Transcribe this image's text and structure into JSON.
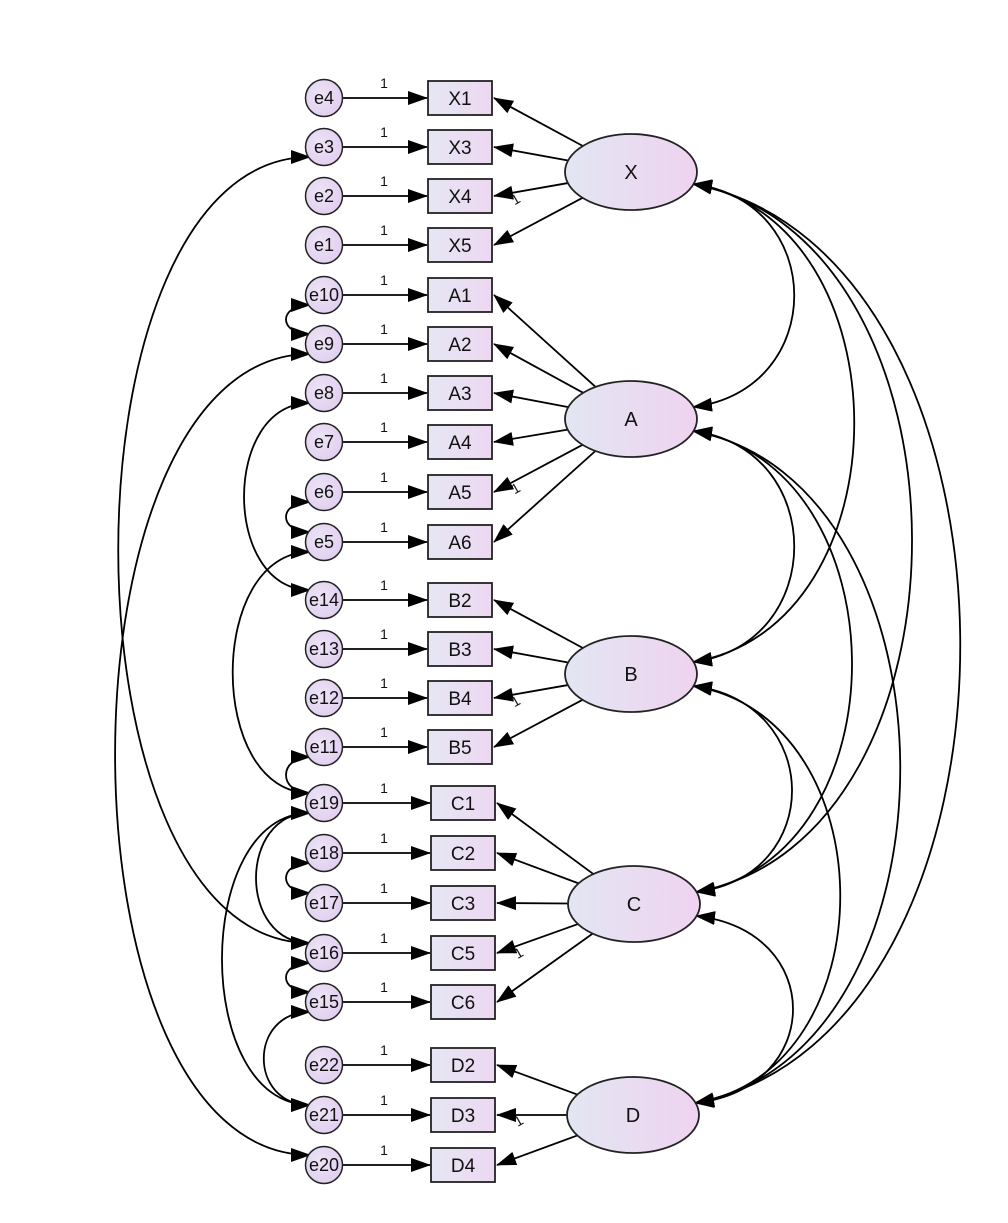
{
  "diagram": {
    "latents": [
      {
        "id": "X",
        "label": "X"
      },
      {
        "id": "A",
        "label": "A"
      },
      {
        "id": "B",
        "label": "B"
      },
      {
        "id": "C",
        "label": "C"
      },
      {
        "id": "D",
        "label": "D"
      }
    ],
    "indicators": [
      {
        "label": "X1",
        "error": "e4",
        "latent": "X"
      },
      {
        "label": "X3",
        "error": "e3",
        "latent": "X"
      },
      {
        "label": "X4",
        "error": "e2",
        "latent": "X",
        "fixed": true
      },
      {
        "label": "X5",
        "error": "e1",
        "latent": "X"
      },
      {
        "label": "A1",
        "error": "e10",
        "latent": "A"
      },
      {
        "label": "A2",
        "error": "e9",
        "latent": "A"
      },
      {
        "label": "A3",
        "error": "e8",
        "latent": "A"
      },
      {
        "label": "A4",
        "error": "e7",
        "latent": "A"
      },
      {
        "label": "A5",
        "error": "e6",
        "latent": "A",
        "fixed": true
      },
      {
        "label": "A6",
        "error": "e5",
        "latent": "A"
      },
      {
        "label": "B2",
        "error": "e14",
        "latent": "B"
      },
      {
        "label": "B3",
        "error": "e13",
        "latent": "B"
      },
      {
        "label": "B4",
        "error": "e12",
        "latent": "B",
        "fixed": true
      },
      {
        "label": "B5",
        "error": "e11",
        "latent": "B"
      },
      {
        "label": "C1",
        "error": "e19",
        "latent": "C"
      },
      {
        "label": "C2",
        "error": "e18",
        "latent": "C"
      },
      {
        "label": "C3",
        "error": "e17",
        "latent": "C"
      },
      {
        "label": "C5",
        "error": "e16",
        "latent": "C",
        "fixed": true
      },
      {
        "label": "C6",
        "error": "e15",
        "latent": "C"
      },
      {
        "label": "D2",
        "error": "e22",
        "latent": "D"
      },
      {
        "label": "D3",
        "error": "e21",
        "latent": "D",
        "fixed": true
      },
      {
        "label": "D4",
        "error": "e20",
        "latent": "D"
      }
    ],
    "error_weight_label": "1",
    "fixed_loading_label": "1",
    "latent_covariances": [
      [
        "X",
        "A"
      ],
      [
        "X",
        "B"
      ],
      [
        "X",
        "C"
      ],
      [
        "X",
        "D"
      ],
      [
        "A",
        "B"
      ],
      [
        "A",
        "C"
      ],
      [
        "A",
        "D"
      ],
      [
        "B",
        "C"
      ],
      [
        "B",
        "D"
      ],
      [
        "C",
        "D"
      ]
    ],
    "error_covariances": [
      [
        "e10",
        "e9"
      ],
      [
        "e6",
        "e5"
      ],
      [
        "e11",
        "e19"
      ],
      [
        "e18",
        "e17"
      ],
      [
        "e16",
        "e15"
      ],
      [
        "e8",
        "e14"
      ],
      [
        "e5",
        "e19"
      ],
      [
        "e19",
        "e16"
      ],
      [
        "e19",
        "e21"
      ],
      [
        "e15",
        "e21"
      ],
      [
        "e3",
        "e16"
      ],
      [
        "e9",
        "e20"
      ]
    ],
    "colors": {
      "fill_start": "#e3e6f2",
      "fill_end": "#ecd6f1",
      "stroke": "#000000"
    }
  }
}
